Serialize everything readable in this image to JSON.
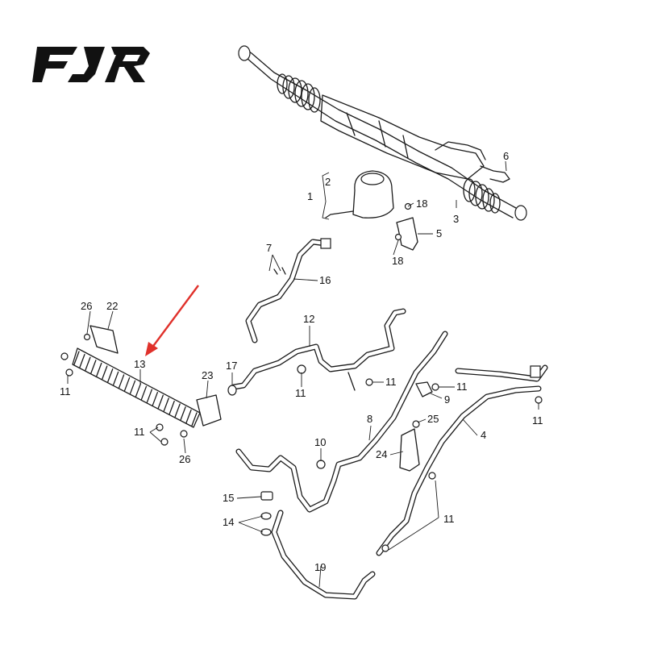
{
  "brand": {
    "logo_text": "FJR"
  },
  "colors": {
    "arrow": "#e0312b",
    "line": "#1a1a1a",
    "background": "#ffffff"
  },
  "callouts": {
    "c1": "1",
    "c2": "2",
    "c3": "3",
    "c4": "4",
    "c5": "5",
    "c6": "6",
    "c7": "7",
    "c8": "8",
    "c9": "9",
    "c10": "10",
    "c11": "11",
    "c12": "12",
    "c13": "13",
    "c14": "14",
    "c15": "15",
    "c16": "16",
    "c17": "17",
    "c18": "18",
    "c19": "19",
    "c22": "22",
    "c23": "23",
    "c24": "24",
    "c25": "25",
    "c26": "26"
  },
  "highlight": {
    "target_part": "13",
    "marker": "red-arrow"
  }
}
